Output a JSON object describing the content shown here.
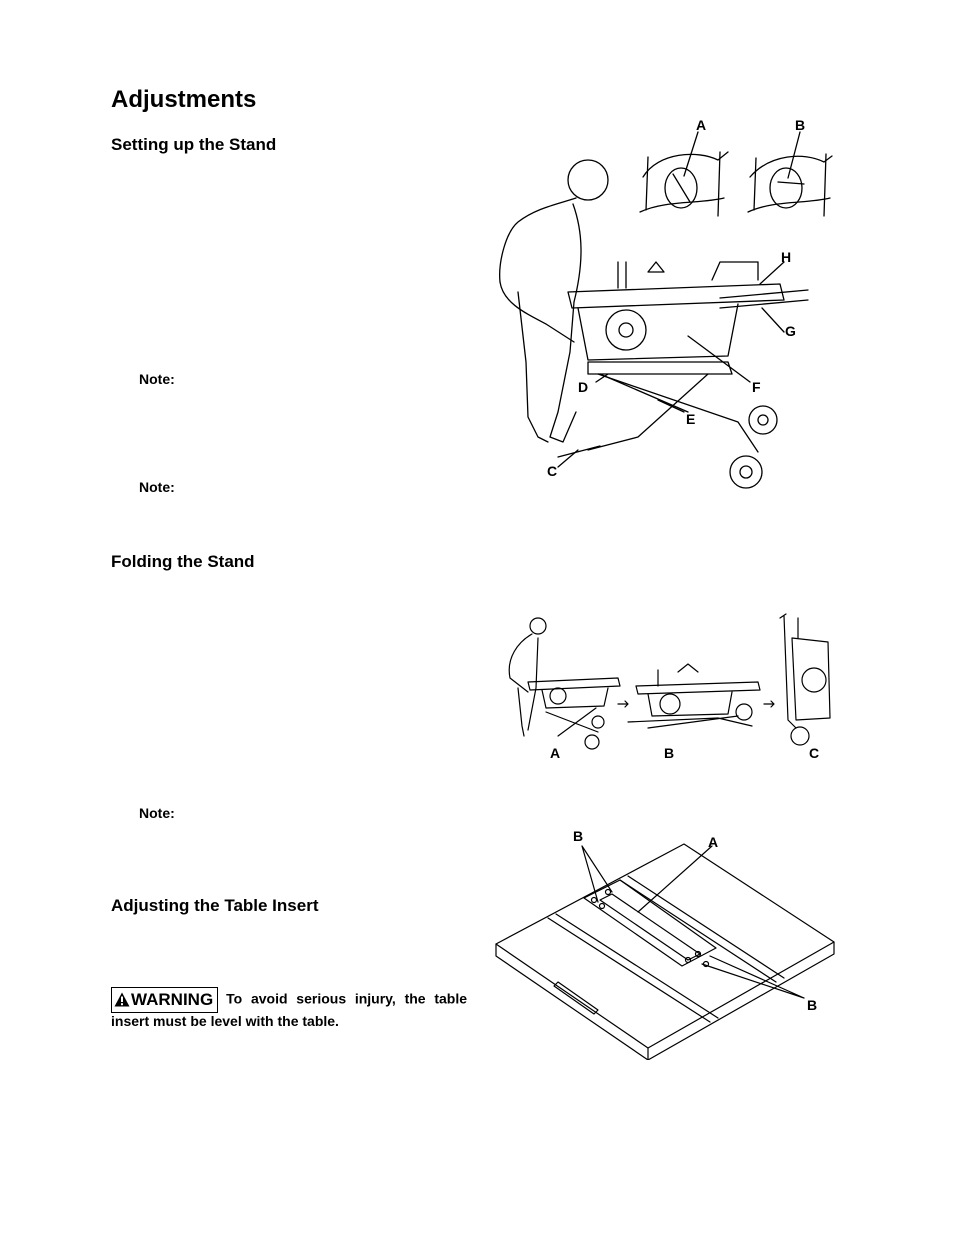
{
  "page": {
    "title": "Adjustments",
    "sections": {
      "stand_setup": {
        "heading": "Setting up the Stand",
        "note_1": "Note:",
        "note_2": "Note:"
      },
      "stand_folding": {
        "heading": "Folding the Stand",
        "note_1": "Note:"
      },
      "table_insert": {
        "heading": "Adjusting the Table Insert",
        "warning_badge": "WARNING",
        "warning_text": "To avoid serious injury, the table insert must be level with the table."
      }
    }
  },
  "figures": {
    "stand_setup": {
      "labels": [
        "A",
        "B",
        "C",
        "D",
        "E",
        "F",
        "G",
        "H"
      ]
    },
    "stand_folding": {
      "labels": [
        "A",
        "B",
        "C"
      ]
    },
    "table_insert": {
      "labels": [
        "A",
        "B",
        "B"
      ]
    }
  }
}
